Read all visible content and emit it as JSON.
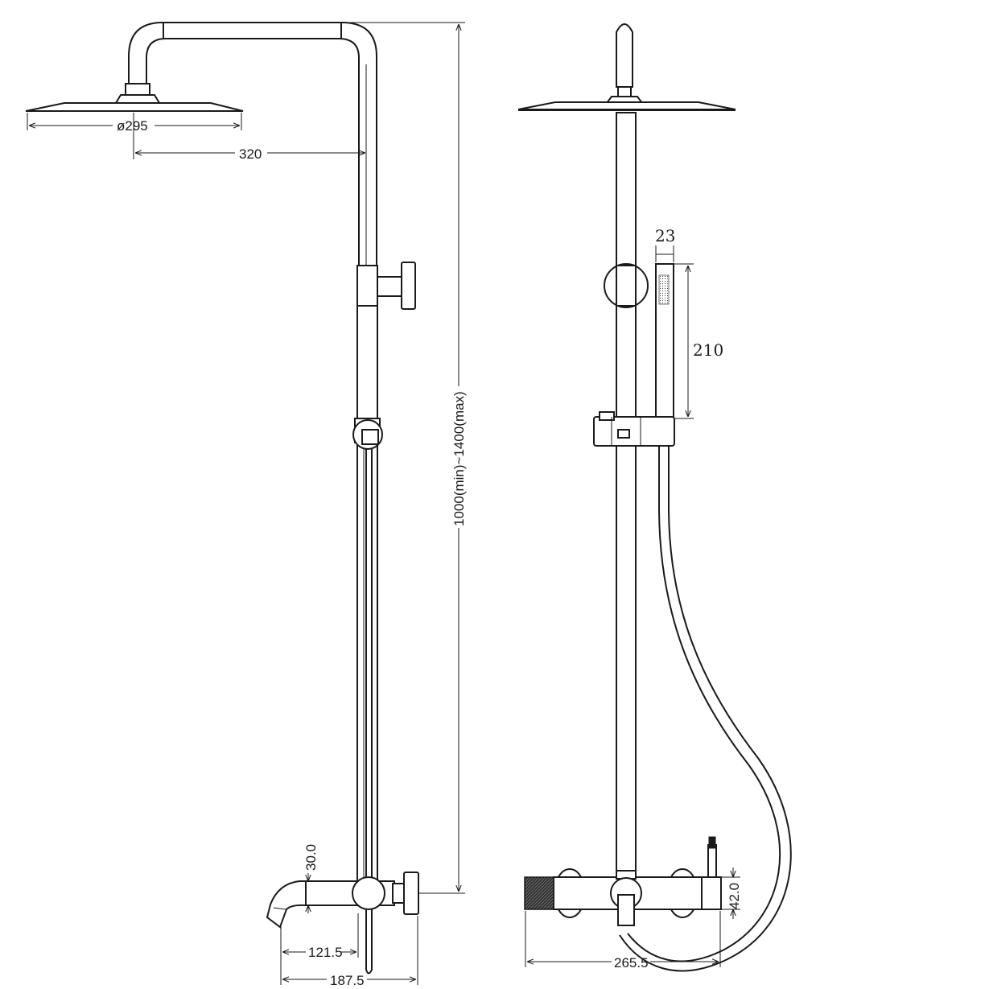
{
  "dimensions": {
    "shower_head_diameter": "ø295",
    "arm_projection": "320",
    "rail_height": "1000(min)~1400(max)",
    "spout_height": "30.0",
    "spout_projection": "121.5",
    "mixer_depth": "187.5",
    "hand_shower_width": "23",
    "hand_shower_length": "210",
    "mixer_width": "265.5",
    "lever_height": "42.0"
  },
  "colors": {
    "line": "#1a1a1a",
    "background": "#ffffff"
  }
}
